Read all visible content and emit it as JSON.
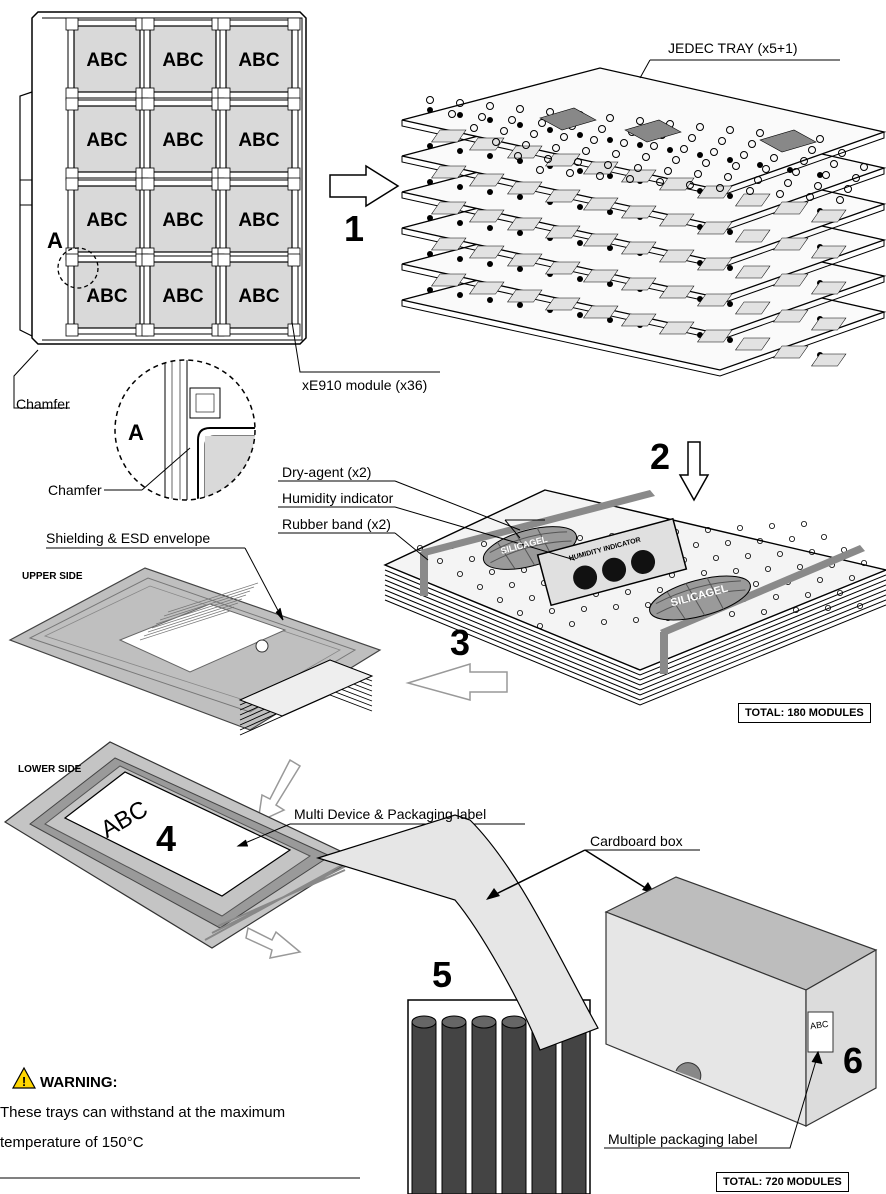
{
  "tray": {
    "cell_label": "ABC",
    "marker_a": "A",
    "chamfer_label": "Chamfer",
    "module_label": "xE910 module (x36)"
  },
  "detail": {
    "marker_a": "A",
    "chamfer_label": "Chamfer"
  },
  "stack": {
    "jedec_label": "JEDEC TRAY (x5+1)"
  },
  "steps": {
    "s1": "1",
    "s2": "2",
    "s3": "3",
    "s4": "4",
    "s5": "5",
    "s6": "6"
  },
  "bundle": {
    "dry_agent": "Dry-agent (x2)",
    "humidity": "Humidity indicator",
    "rubber": "Rubber band (x2)",
    "humidity_card": "HUMIDITY INDICATOR",
    "silica": "SILICAGEL",
    "total": "TOTAL: 180 MODULES"
  },
  "envelope": {
    "label": "Shielding & ESD envelope",
    "upper": "UPPER SIDE",
    "lower": "LOWER SIDE",
    "abc": "ABC",
    "multi_label": "Multi Device & Packaging label"
  },
  "box": {
    "cardboard": "Cardboard box",
    "abc": "ABC",
    "multiple_label": "Multiple packaging label",
    "total": "TOTAL: 720  MODULES"
  },
  "warning": {
    "title": "WARNING:",
    "line1": "These trays can withstand at the maximum",
    "line2": "temperature of 150°C"
  },
  "colors": {
    "cell_fill": "#d9d9d9",
    "envelope_fill": "#bfbfbf",
    "box_fill": "#e6e6e6",
    "dark_item": "#444444",
    "warning_yellow": "#ffd600"
  }
}
